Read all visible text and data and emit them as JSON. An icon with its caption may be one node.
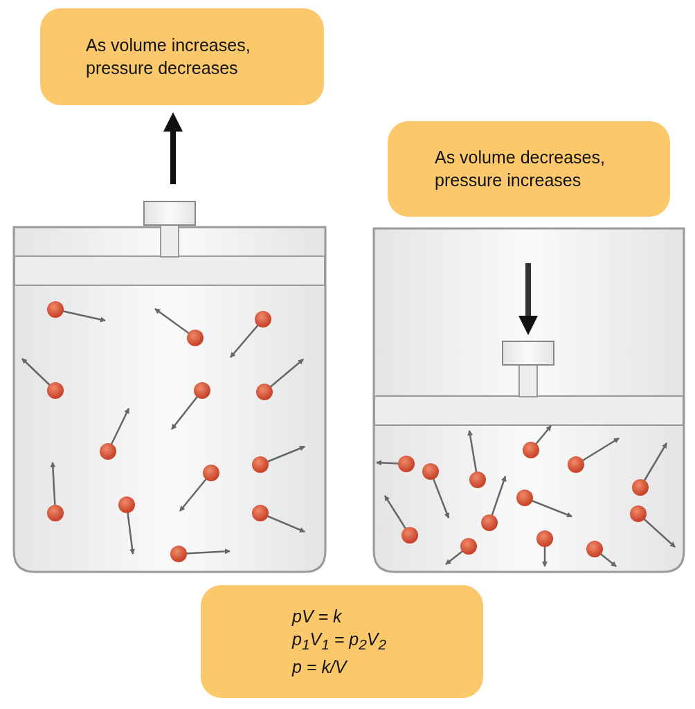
{
  "diagram": {
    "nodes": [
      {
        "text": [
          "As volume increases, pressure decreases"
        ]
      },
      {
        "text": [
          "As volume decreases, pressure increases"
        ]
      },
      {
        "text": [
          "pV = k",
          "p$_{1}$V$_{1}$ = p$_{2}$V$_{2}$",
          "p = k/V"
        ]
      }
    ]
  }
}
